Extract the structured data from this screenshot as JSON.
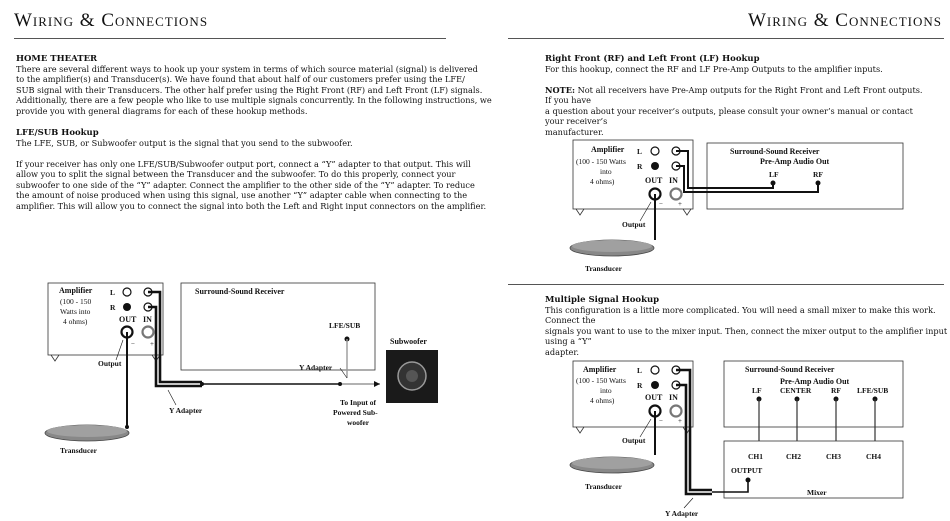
{
  "left": {
    "header": "Wiring & Connections",
    "home_theater_heading": "HOME THEATER",
    "home_theater_lines": [
      "There are several different ways to hook up your system in terms of which source material (signal) is delivered",
      "to the amplifier(s) and Transducer(s). We have found that about half of our customers prefer using the LFE/",
      "SUB signal with their Transducers. The other half prefer using the Right Front (RF) and Left Front (LF) signals.",
      "Additionally, there are a few people who like to use multiple signals concurrently. In the following instructions, we",
      "provide you with general diagrams for each of these hookup methods."
    ],
    "lfe_heading": "LFE/SUB Hookup",
    "lfe_intro": "The LFE, SUB, or Subwoofer output is the signal that you send to the subwoofer.",
    "lfe_lines": [
      "If your receiver has only one LFE/SUB/Subwoofer output port, connect a “Y” adapter to that output. This will",
      "allow you to split the signal between the Transducer and the subwoofer. To do this properly, connect your",
      "subwoofer to one side of the “Y” adapter. Connect the amplifier to the other side of the “Y” adapter. To reduce",
      "the amount of noise produced when using this signal, use another “Y” adapter cable when connecting to the",
      "amplifier. This will allow you to connect the signal into both the Left and Right input connectors on the amplifier."
    ],
    "diagram": {
      "amp_title": "Amplifier",
      "amp_spec": [
        "(100 - 150",
        "Watts into",
        "4 ohms)"
      ],
      "l": "L",
      "r": "R",
      "out": "OUT",
      "in": "IN",
      "minus": "−",
      "plus": "+",
      "receiver": "Surround-Sound Receiver",
      "lfe_sub": "LFE/SUB",
      "subwoofer": "Subwoofer",
      "output": "Output",
      "y_adapter_1": "Y Adapter",
      "y_adapter_2": "Y Adapter",
      "to_input": [
        "To Input of",
        "Powered Sub-",
        "woofer"
      ],
      "transducer": "Transducer"
    }
  },
  "right": {
    "header": "Wiring & Connections",
    "rf_heading": "Right Front (RF) and Left Front (LF) Hookup",
    "rf_text": "For this hookup, connect the RF and LF Pre-Amp Outputs to the amplifier inputs.",
    "note_label": "NOTE:",
    "note_lines": [
      " Not all receivers have Pre-Amp outputs for the Right Front and Left Front outputs. If you have",
      "a question about your receiver’s outputs, please consult your owner’s manual or contact your receiver’s",
      "manufacturer."
    ],
    "diagram1": {
      "amp_title": "Amplifier",
      "amp_spec": [
        "(100 - 150 Watts",
        "into",
        "4 ohms)"
      ],
      "l": "L",
      "r": "R",
      "out": "OUT",
      "in": "IN",
      "minus": "−",
      "plus": "+",
      "receiver": "Surround-Sound Receiver",
      "preamp": "Pre-Amp Audio Out",
      "lf": "LF",
      "rf": "RF",
      "output": "Output",
      "transducer": "Transducer"
    },
    "multi_heading": "Multiple Signal Hookup",
    "multi_lines": [
      "This configuration is a little more complicated. You will need a small mixer to make this work. Connect the",
      "signals you want to use to the mixer input. Then, connect the mixer output to the amplifier input using a “Y”",
      "adapter."
    ],
    "diagram2": {
      "amp_title": "Amplifier",
      "amp_spec": [
        "(100 - 150 Watts",
        "into",
        "4 ohms)"
      ],
      "l": "L",
      "r": "R",
      "out": "OUT",
      "in": "IN",
      "minus": "−",
      "plus": "+",
      "receiver": "Surround-Sound Receiver",
      "preamp": "Pre-Amp Audio Out",
      "lf": "LF",
      "center": "CENTER",
      "rf": "RF",
      "lfe_sub": "LFE/SUB",
      "ch1": "CH1",
      "ch2": "CH2",
      "ch3": "CH3",
      "ch4": "CH4",
      "mixer_output": "OUTPUT",
      "mixer": "Mixer",
      "output": "Output",
      "transducer": "Transducer",
      "y_adapter": "Y Adapter"
    }
  }
}
